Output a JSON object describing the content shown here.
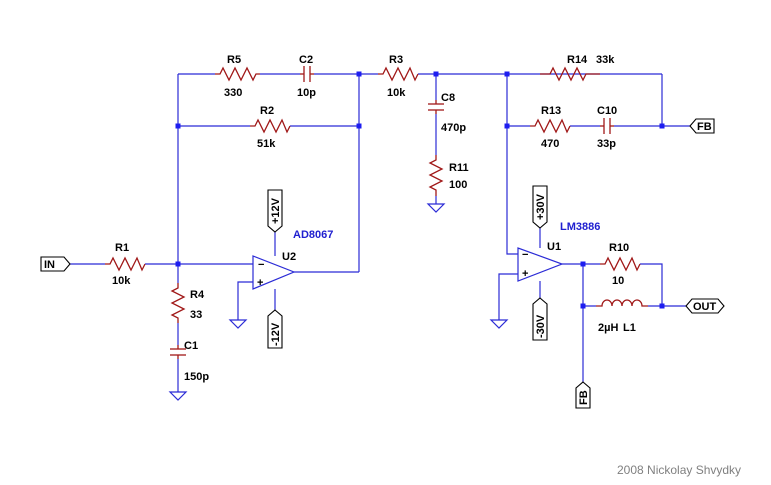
{
  "components": {
    "R1": {
      "name": "R1",
      "value": "10k"
    },
    "R2": {
      "name": "R2",
      "value": "51k"
    },
    "R3": {
      "name": "R3",
      "value": "10k"
    },
    "R4": {
      "name": "R4",
      "value": "33"
    },
    "R5": {
      "name": "R5",
      "value": "330"
    },
    "R10": {
      "name": "R10",
      "value": "10"
    },
    "R11": {
      "name": "R11",
      "value": "100"
    },
    "R13": {
      "name": "R13",
      "value": "470"
    },
    "R14": {
      "name": "R14",
      "value": "33k"
    },
    "C1": {
      "name": "C1",
      "value": "150p"
    },
    "C2": {
      "name": "C2",
      "value": "10p"
    },
    "C8": {
      "name": "C8",
      "value": "470p"
    },
    "C10": {
      "name": "C10",
      "value": "33p"
    },
    "L1": {
      "name": "L1",
      "value": "2µH"
    },
    "U1": {
      "name": "U1",
      "part": "LM3886"
    },
    "U2": {
      "name": "U2",
      "part": "AD8067"
    }
  },
  "ports": {
    "in": "IN",
    "out": "OUT",
    "fb_right": "FB",
    "fb_bottom": "FB",
    "pos12": "+12V",
    "neg12": "-12V",
    "pos30": "+30V",
    "neg30": "-30V"
  },
  "opamp_pins": {
    "plus": "+",
    "minus": "−"
  },
  "credit": "2008 Nickolay Shvydky"
}
